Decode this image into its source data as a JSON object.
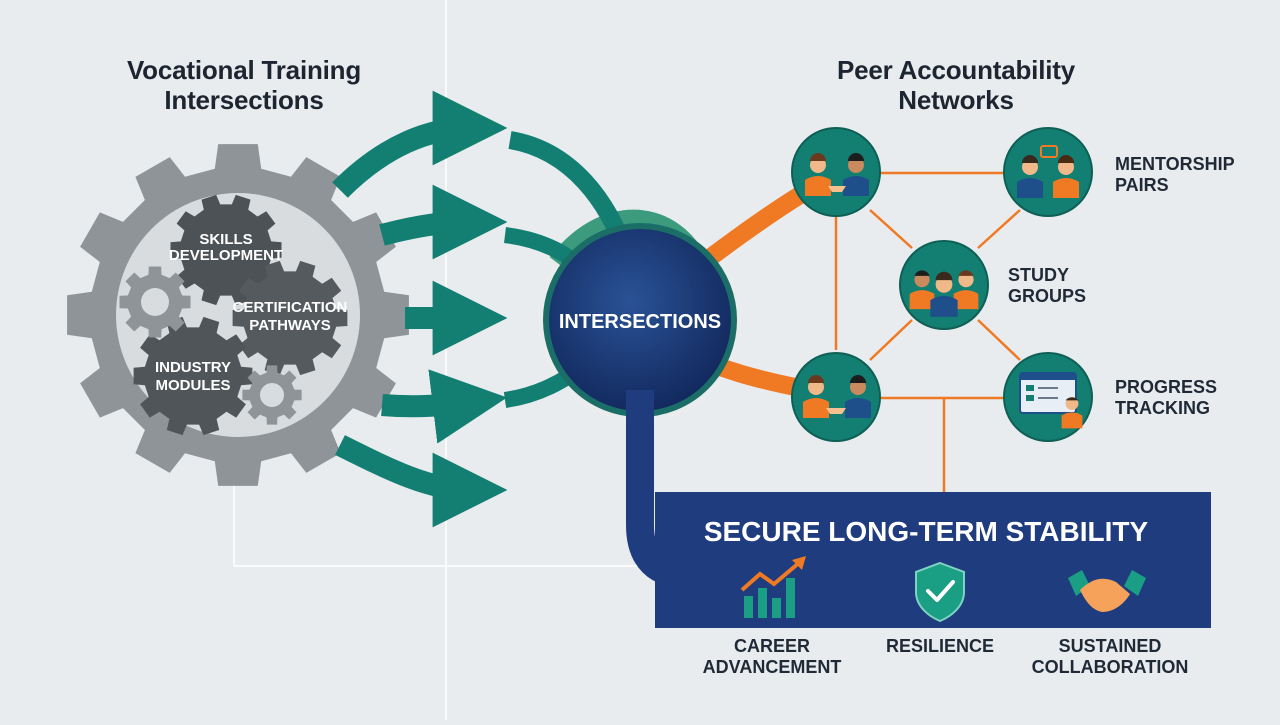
{
  "left_section": {
    "heading_line1": "Vocational Training",
    "heading_line2": "Intersections",
    "gears": [
      {
        "line1": "SKILLS",
        "line2": "DEVELOPMENT"
      },
      {
        "line1": "CERTIFICATION",
        "line2": "PATHWAYS"
      },
      {
        "line1": "INDUSTRY",
        "line2": "MODULES"
      }
    ]
  },
  "hub": {
    "label": "INTERSECTIONS"
  },
  "right_section": {
    "heading_line1": "Peer Accountability",
    "heading_line2": "Networks",
    "nodes": [
      {
        "line1": "MENTORSHIP",
        "line2": "PAIRS",
        "icon": "mentorship-icon"
      },
      {
        "line1": "STUDY",
        "line2": "GROUPS",
        "icon": "study-group-icon"
      },
      {
        "line1": "PROGRESS",
        "line2": "TRACKING",
        "icon": "progress-dashboard-icon"
      }
    ]
  },
  "banner": {
    "title": "SECURE LONG-TERM STABILITY",
    "outcomes": [
      {
        "line1": "CAREER",
        "line2": "ADVANCEMENT",
        "icon": "growth-chart-icon"
      },
      {
        "line1": "RESILIENCE",
        "line2": "",
        "icon": "shield-check-icon"
      },
      {
        "line1": "SUSTAINED",
        "line2": "COLLABORATION",
        "icon": "handshake-icon"
      }
    ]
  },
  "colors": {
    "teal": "#127f72",
    "orange": "#f07a24",
    "navy": "#1f3c7f",
    "gear_gray": "#8e9498",
    "gear_dark": "#4d5257",
    "background": "#e9ecef"
  }
}
